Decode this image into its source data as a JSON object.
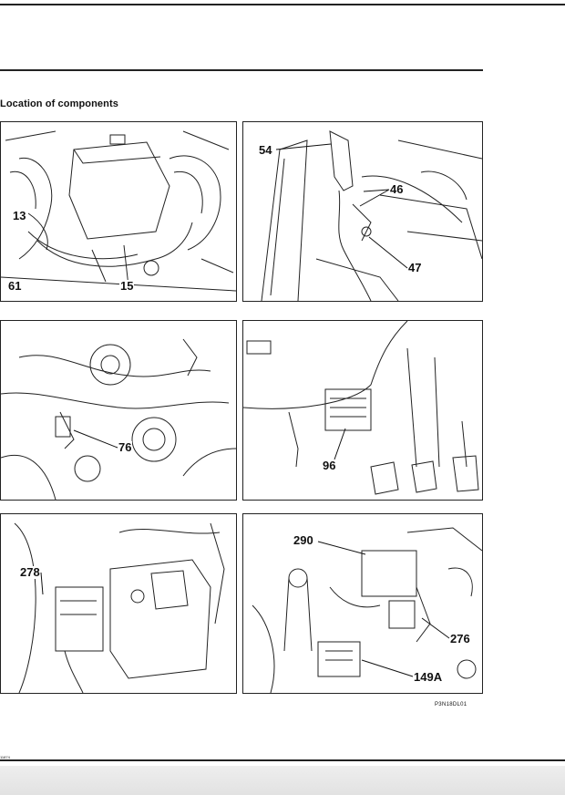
{
  "page": {
    "heading": "Location of components",
    "figure_ref": "P3N18DL01",
    "page_mark": "11874"
  },
  "panels": [
    {
      "id": "engine-bay-left",
      "callouts": [
        "13",
        "61",
        "15"
      ]
    },
    {
      "id": "engine-bay-right",
      "callouts": [
        "54",
        "46",
        "47"
      ]
    },
    {
      "id": "engine-front",
      "callouts": [
        "76"
      ]
    },
    {
      "id": "pedal-box",
      "callouts": [
        "96"
      ]
    },
    {
      "id": "relay-box-left",
      "callouts": [
        "278"
      ]
    },
    {
      "id": "relay-box-right",
      "callouts": [
        "290",
        "276",
        "149A"
      ]
    }
  ]
}
